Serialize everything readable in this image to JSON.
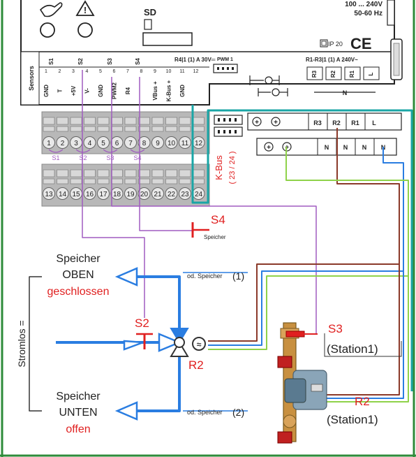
{
  "device": {
    "sd_label": "SD",
    "voltage": "100 ... 240V",
    "frequency": "50-60 Hz",
    "ip_rating": "IP 20",
    "ce_mark": "CE",
    "sensors_label": "Sensors",
    "relay_header_left": "R4|1 (1) A 30V═",
    "relay_header_right": "R1-R3|1 (1) A 240V~",
    "pwm_label": "PWM 1",
    "sensor_group_labels": [
      "S1",
      "S2",
      "S3",
      "S4"
    ],
    "upper_terminal_numbers": [
      "1",
      "2",
      "3",
      "4",
      "5",
      "6",
      "7",
      "8",
      "9",
      "10",
      "11",
      "12"
    ],
    "upper_terminal_functions": [
      "GND",
      "T",
      "+5V",
      "V-",
      "GND",
      "PWM2",
      "R4",
      "",
      "VBus +",
      "K-Bus +",
      "GND",
      ""
    ],
    "relay_top_labels": [
      "R3",
      "R2",
      "R1",
      "L"
    ],
    "relay_mid_labels": [
      "R3",
      "R2",
      "R1",
      "L"
    ],
    "relay_bottom_labels": [
      "N",
      "N",
      "N",
      "N"
    ],
    "n_label": "N"
  },
  "terminal_block": {
    "top_numbers": [
      "1",
      "2",
      "3",
      "4",
      "5",
      "6",
      "7",
      "8",
      "9",
      "10",
      "11",
      "12"
    ],
    "bottom_numbers": [
      "13",
      "14",
      "15",
      "16",
      "17",
      "18",
      "19",
      "20",
      "21",
      "22",
      "23",
      "24"
    ],
    "sensor_marks": [
      "S1",
      "S2",
      "S3",
      "S4"
    ],
    "kbus_label": "K-Bus",
    "kbus_terminals": "( 23 / 24 )"
  },
  "diagram": {
    "s4_label": "S4",
    "s4_sub": "Speicher",
    "speicher_top_line1": "Speicher",
    "speicher_top_line2": "OBEN",
    "speicher_top_state": "geschlossen",
    "stromlos_label": "Stromlos =",
    "speicher_bottom_line1": "Speicher",
    "speicher_bottom_line2": "UNTEN",
    "speicher_bottom_state": "offen",
    "od_speicher_1": "od. Speicher",
    "od_speicher_1_num": "(1)",
    "od_speicher_2": "od. Speicher",
    "od_speicher_2_num": "(2)",
    "s2_label": "S2",
    "r2_valve_label": "R2",
    "s3_label": "S3",
    "station_s3": "(Station1)",
    "r2_pump_label": "R2",
    "station_r2": "(Station1)"
  },
  "colors": {
    "frame": "#2e8b3a",
    "wire_blue": "#2a7de1",
    "wire_purple": "#a05cc0",
    "wire_brown": "#8b3a2a",
    "wire_teal": "#1aa6a6",
    "wire_green": "#8fd24a",
    "sensor_red": "#e02020",
    "terminal_grey": "#b8b8b8"
  }
}
